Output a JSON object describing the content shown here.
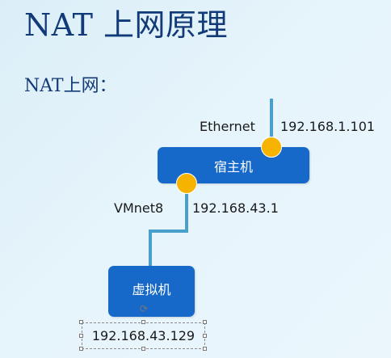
{
  "title": "NAT 上网原理",
  "subtitle": "NAT上网：",
  "diagram": {
    "host": {
      "label": "宿主机",
      "iface_name": "Ethernet",
      "ip": "192.168.1.101"
    },
    "vmnet": {
      "iface_name": "VMnet8",
      "ip": "192.168.43.1"
    },
    "vm": {
      "label": "虚拟机",
      "ip": "192.168.43.129"
    }
  },
  "colors": {
    "title": "#123a78",
    "box": "#1669c9",
    "dot": "#f6b400",
    "line": "#4aa0cc"
  },
  "icons": {
    "rotate_handle": "rotate-icon"
  }
}
